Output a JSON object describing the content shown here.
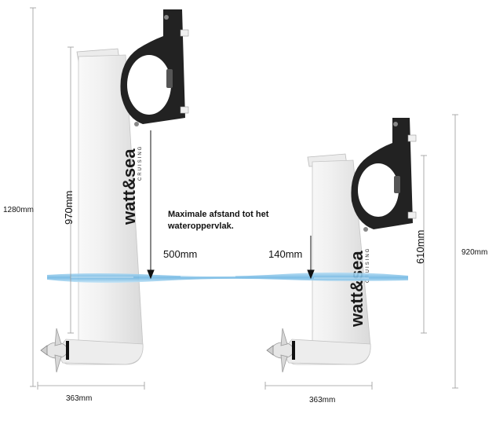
{
  "brand": {
    "name": "watt&sea",
    "subtitle": "CRUISING"
  },
  "large_unit": {
    "total_height": "1280mm",
    "shaft_length": "970mm",
    "max_depth": "500mm",
    "width": "363mm"
  },
  "small_unit": {
    "depth": "140mm",
    "shaft_length": "610mm",
    "total_height": "920mm",
    "width": "363mm"
  },
  "annotation": {
    "text": "Maximale afstand tot het wateroppervlak."
  },
  "colors": {
    "body": "#f2f2f2",
    "bracket": "#222222",
    "water": "#8ec6e8",
    "dimension_line": "#9a9a9a"
  }
}
